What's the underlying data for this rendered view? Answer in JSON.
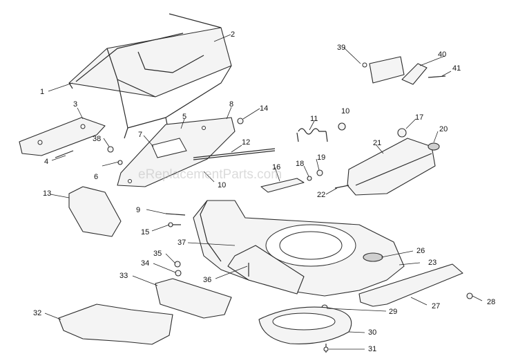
{
  "watermark": "eReplacementParts.com",
  "callouts": [
    "1",
    "2",
    "3",
    "4",
    "5",
    "6",
    "7",
    "8",
    "9",
    "10",
    "10",
    "11",
    "12",
    "13",
    "14",
    "15",
    "16",
    "17",
    "18",
    "19",
    "20",
    "21",
    "22",
    "23",
    "26",
    "27",
    "28",
    "29",
    "30",
    "31",
    "32",
    "33",
    "34",
    "35",
    "36",
    "37",
    "38",
    "39",
    "40",
    "41"
  ]
}
